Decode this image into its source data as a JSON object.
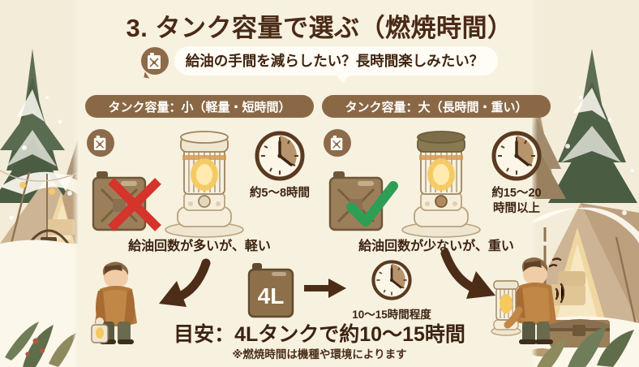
{
  "title": "3. タンク容量で選ぶ（燃焼時間）",
  "subtitle": {
    "badge_icon": "fuel-can-icon",
    "text": "給油の手間を減らしたい？長時間楽しみたい？"
  },
  "columns": [
    {
      "header": "タンク容量：小（軽量・短時間）",
      "badge_icon": "fuel-can-icon",
      "mark_icon": "red-cross-icon",
      "mark_color": "#d4342a",
      "heater_icon": "kerosene-heater-icon",
      "clock_icon": "clock-icon",
      "clock_label": "約5〜8時間",
      "caption": "給油回数が多いが、軽い"
    },
    {
      "header": "タンク容量：大（長時間・重い）",
      "badge_icon": "fuel-can-icon",
      "mark_icon": "green-check-icon",
      "mark_color": "#2f9e55",
      "heater_icon": "kerosene-heater-icon",
      "clock_icon": "clock-icon",
      "clock_label_line1": "約15〜20",
      "clock_label_line2": "時間以上",
      "caption": "給油回数が少ないが、重い"
    }
  ],
  "bottom": {
    "left_person_icon": "person-carrying-lantern-icon",
    "right_person_icon": "person-carrying-heater-icon",
    "left_arrow_icon": "curved-arrow-down-left-icon",
    "right_arrow_icon": "curved-arrow-down-right-icon",
    "tank_label": "4L",
    "mid_arrow_icon": "arrow-right-icon",
    "mid_clock_icon": "clock-icon",
    "mid_clock_label": "10〜15時間程度",
    "summary": "目安：4Lタンクで約10〜15時間",
    "note": "※燃焼時間は機種や環境によります"
  },
  "colors": {
    "page_bg": "#f3ecd8",
    "panel_bg": "#f7f1df",
    "text_dark": "#3c2312",
    "title": "#4a2a17",
    "badge_brown": "#8d6a4a",
    "header_brown": "#8a6846",
    "accent_red": "#d4342a",
    "accent_green": "#2f9e55",
    "arrow_brown": "#4d2d18"
  }
}
